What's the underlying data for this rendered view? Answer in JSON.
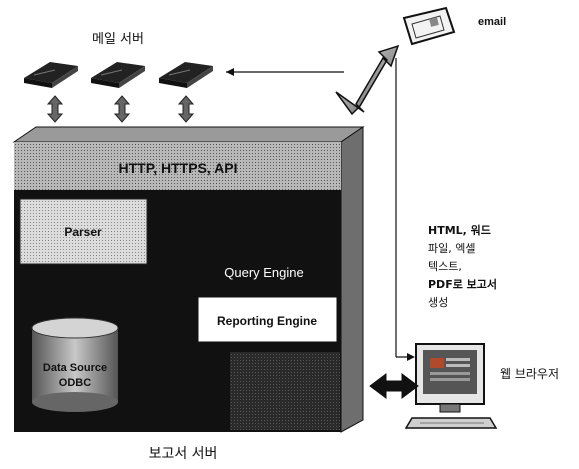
{
  "diagram": {
    "mail_server_label": "메일 서버",
    "email_label": "email",
    "report_server": {
      "banner": "HTTP, HTTPS, API",
      "parser": "Parser",
      "query_engine": "Query Engine",
      "reporting_engine": "Reporting Engine",
      "database": {
        "line1": "Data Source",
        "line2": "ODBC"
      },
      "caption": "보고서 서버"
    },
    "output_formats": [
      "HTML, 워드",
      "파일, 엑셀",
      "텍스트,",
      "PDF로 보고서",
      "생성"
    ],
    "web_browser_label": "웹 브라우저"
  }
}
